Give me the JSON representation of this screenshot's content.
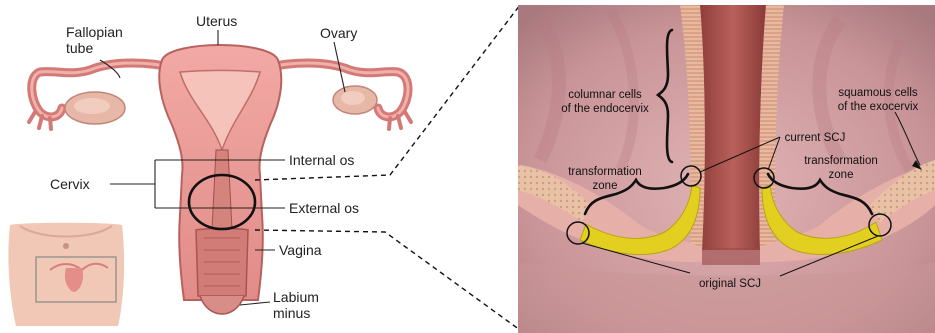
{
  "left_panel": {
    "labels": {
      "fallopian_tube_1": "Fallopian",
      "fallopian_tube_2": "tube",
      "uterus": "Uterus",
      "ovary": "Ovary",
      "internal_os": "Internal os",
      "cervix": "Cervix",
      "external_os": "External os",
      "vagina": "Vagina",
      "labium_minus_1": "Labium",
      "labium_minus_2": "minus"
    }
  },
  "right_panel": {
    "labels": {
      "columnar_1": "columnar cells",
      "columnar_2": "of the endocervix",
      "squamous_1": "squamous cells",
      "squamous_2": "of the exocervix",
      "current_scj": "current SCJ",
      "tz_left_1": "transformation",
      "tz_left_2": "zone",
      "tz_right_1": "transformation",
      "tz_right_2": "zone",
      "original_scj": "original SCJ"
    }
  },
  "colors": {
    "tissue": "#e39390",
    "tissue_dark": "#c2605e",
    "zone_yellow": "#e3cf1f",
    "right_bg": "#d3a2a4"
  }
}
